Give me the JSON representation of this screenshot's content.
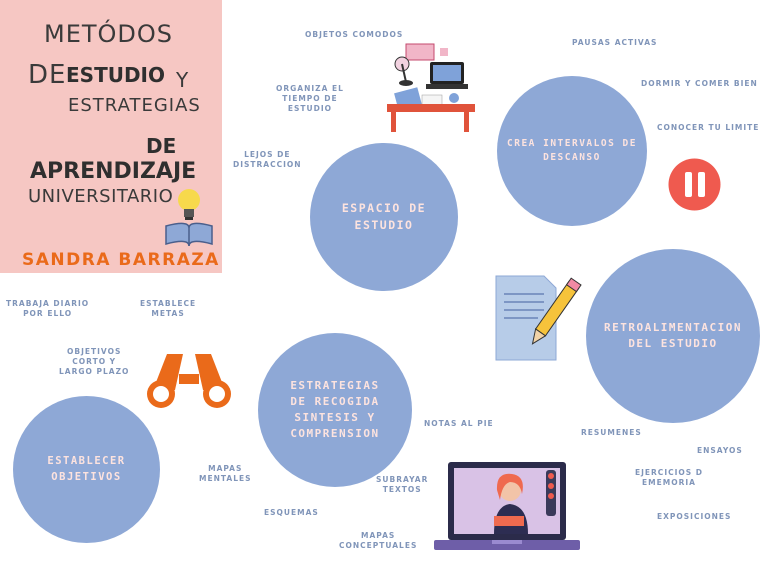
{
  "title": {
    "line1": "METÓDOS",
    "line2_de": "DE",
    "line2_estudio": "ESTUDIO",
    "line2_y": "Y",
    "line3": "ESTRATEGIAS",
    "line4": "DE",
    "line5": "APRENDIZAJE",
    "line6": "UNIVERSITARIO",
    "author": "SANDRA BARRAZA"
  },
  "circles": {
    "espacio": "ESPACIO DE\nESTUDIO",
    "intervalos": "CREA INTERVALOS DE\nDESCANSO",
    "retro": "RETROALIMENTACION\nDEL ESTUDIO",
    "estrategias": "ESTRATEGIAS\nDE RECOGIDA\nSINTESIS Y\nCOMPRENSION",
    "objetivos": "ESTABLECER\nOBJETIVOS"
  },
  "notes": {
    "objetos_comodos": "OBJETOS COMODOS",
    "organiza": "ORGANIZA EL\nTIEMPO DE\nESTUDIO",
    "lejos": "LEJOS DE\nDISTRACCION",
    "pausas": "PAUSAS ACTIVAS",
    "dormir": "DORMIR Y COMER BIEN",
    "limite": "CONOCER TU LIMITE",
    "trabaja": "TRABAJA DIARIO\nPOR ELLO",
    "metas": "ESTABLECE\nMETAS",
    "corto": "OBJETIVOS\nCORTO Y\nLARGO PLAZO",
    "notas_pie": "NOTAS AL PIE",
    "mapas_mentales": "MAPAS\nMENTALES",
    "subrayar": "SUBRAYAR\nTEXTOS",
    "esquemas": "ESQUEMAS",
    "mapas_conceptuales": "MAPAS\nCONCEPTUALES",
    "resumenes": "RESUMENES",
    "ensayos": "ENSAYOS",
    "ejercicios": "EJERCICIOS D\nEMEMORIA",
    "exposiciones": "EXPOSICIONES"
  },
  "colors": {
    "panel": "#f6c7c3",
    "circle": "#8ea8d6",
    "circle_text": "#fde3df",
    "accent": "#ea6a1a",
    "note": "#8095b9",
    "pause": "#ef5a4f"
  },
  "icons": [
    "desk-icon",
    "lightbulb-book-icon",
    "pause-icon",
    "document-pencil-icon",
    "binoculars-icon",
    "laptop-reader-icon"
  ]
}
